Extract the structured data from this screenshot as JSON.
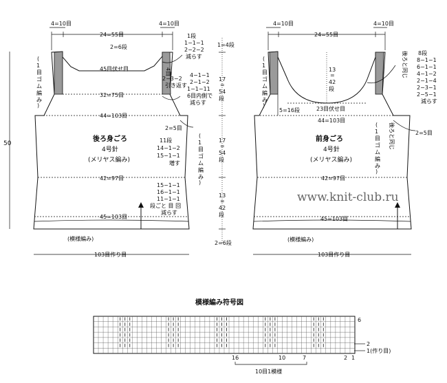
{
  "watermark": "www.knit-club.ru",
  "back": {
    "top_left_edge": "4=10目",
    "top_neck": "24=55目",
    "top_right_edge": "4=10目",
    "neck_depth": "2=6段",
    "neck_bind": "45目伏せ目",
    "ribbing_left": "(1目ゴム編み)",
    "rib_rows": "4目",
    "chest": "32=75目",
    "bust": "44=103目",
    "title": "後ろ身ごろ",
    "needle": "4号針",
    "stitch": "(メリヤス編み)",
    "waist": "42=97目",
    "hem": "45=103目",
    "pattern": "(模様編み)",
    "cast_on": "103目作り目",
    "height": "50",
    "neck_notes": [
      "1段",
      "1−1−1",
      "2−2−2",
      "減らす"
    ],
    "shoulder_notes": [
      "2−3−2",
      "引き返す"
    ],
    "armhole_notes": [
      "4−1−1",
      "2−1−2",
      "1−1−11",
      "6目内側で",
      "減らす"
    ],
    "side_upper": "2=5目",
    "increase_notes": [
      "11段",
      "14−1−2",
      "15−1−1",
      "増す"
    ],
    "decrease_notes": [
      "15−1−1",
      "16−1−1",
      "11−1−1",
      "段ごと 目 回",
      "減らす"
    ],
    "ribbing_right": "(1目ゴム編み)",
    "rows_top": "1=4段",
    "rows_armhole": [
      "17",
      "=",
      "54",
      "段"
    ],
    "rows_body": [
      "17",
      "=",
      "54",
      "段"
    ],
    "rows_lower": [
      "13",
      "=",
      "42",
      "段"
    ],
    "rows_bottom": "2=6段"
  },
  "front": {
    "top_left_edge": "4=10目",
    "top_neck": "24=55目",
    "top_right_edge": "4=10目",
    "ribbing_left": "(1目ゴム編み)",
    "neck_depth": [
      "13",
      "=",
      "42",
      "段"
    ],
    "neck_bind": "23目伏せ目",
    "side_rows": "5=16段",
    "bust": "44=103目",
    "title": "前身ごろ",
    "needle": "4号針",
    "stitch": "(メリヤス編み)",
    "waist": "42=97目",
    "hem": "45=103目",
    "pattern": "(模様編み)",
    "cast_on": "103目作り目",
    "neck_notes": [
      "8段",
      "8−1−1",
      "6−1−1",
      "4−1−2",
      "2−1−4",
      "2−3−1",
      "2−5−1",
      "減らす"
    ],
    "same_as_back_1": "後ろと同じ",
    "same_as_back_2": "後ろと同じ",
    "side_upper": "2=5目",
    "ribbing_right": "(1目ゴム編み)"
  },
  "chart": {
    "title": "模様編み符号図",
    "row_top": "6",
    "row_2": "2",
    "row_1": "1(作り目)",
    "col_labels": [
      "16",
      "10",
      "7",
      "2",
      "1"
    ],
    "repeat": "10目1模様"
  }
}
